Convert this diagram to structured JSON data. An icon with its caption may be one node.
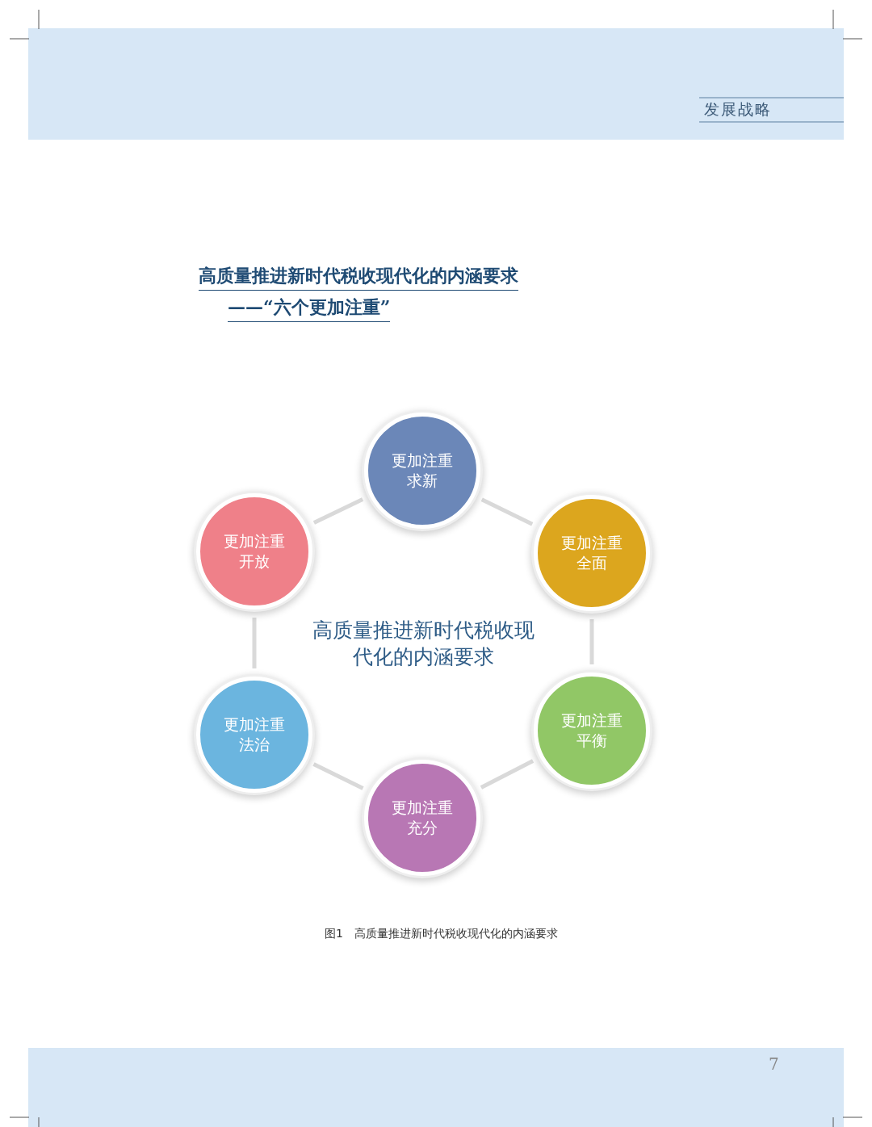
{
  "diagram": {
    "title": "高质量推进新时代税收现代化的内涵要求",
    "caption": "图1　高质量推进新时代税收现代化的内涵要求",
    "nodes": [
      {
        "text": [
          "更加注重求新"
        ]
      },
      {
        "text": [
          "更加注重开放"
        ]
      },
      {
        "text": [
          "更加注重全面"
        ]
      },
      {
        "text": [
          "更加注重法治"
        ]
      },
      {
        "text": [
          "更加注重平衡"
        ]
      },
      {
        "text": [
          "更加注重充分"
        ]
      }
    ],
    "edges": [
      {
        "from": 0,
        "to": 2,
        "arrow": "none"
      },
      {
        "from": 2,
        "to": 4,
        "arrow": "none"
      },
      {
        "from": 4,
        "to": 5,
        "arrow": "none"
      },
      {
        "from": 5,
        "to": 3,
        "arrow": "none"
      },
      {
        "from": 3,
        "to": 1,
        "arrow": "none"
      },
      {
        "from": 1,
        "to": 0,
        "arrow": "none"
      }
    ],
    "labels": [
      "发展战略",
      "——“六个更加注重”",
      "高质量推进新时代税收现代化的内涵要求",
      "7"
    ]
  }
}
